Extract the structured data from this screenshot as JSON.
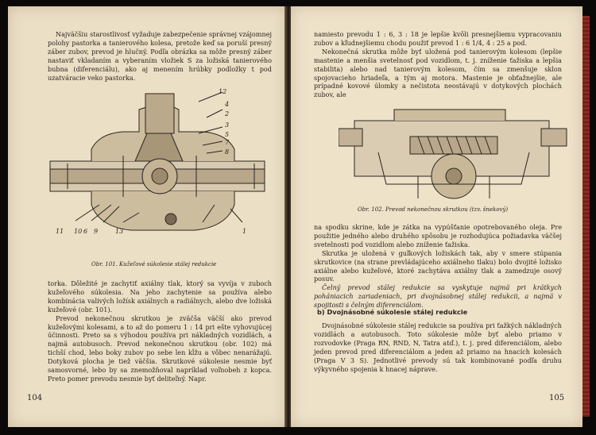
{
  "left": {
    "top_paragraph": "Najväčšiu starostlivosť vyžaduje zabezpečenie správnej vzájomnej polohy pastorka a tanierového kolesa, pretože keď sa poruší presný záber zubov, prevod je hlučný. Podľa obrázka sa môže presný záber nastaviť vkladaním a vyberaním vložiek S za ložiská tanierového bubna (diferenciálu), ako aj menením hrúbky podložky t pod uzatváracie veko pastorka.",
    "figure_labels": [
      "12",
      "4",
      "2",
      "3",
      "5",
      "7",
      "8",
      "11",
      "10",
      "6",
      "9",
      "13",
      "1"
    ],
    "caption": "Obr. 101. Kužeľové súkolesie stálej redukcie",
    "p1": "torka. Dôležité je zachytiť axiálny tlak, ktorý sa vyvíja v zuboch kužeľového súkolesia. Na jeho zachytenie sa používa alebo kombinácia valivých ložísk axiálnych a radiálnych, alebo dve ložiská kužeľové (obr. 101).",
    "p2": "Prevod nekonečnou skrutkou je zväčša väčší ako prevod kužeľovými kolesami, a to až do pomeru 1 : 14 pri ešte vyhovujúcej účinnosti. Preto sa s výhodou používa pri nákladných vozidlách, a najmä autobusoch. Prevod nekonečnou skrutkou (obr. 102) má tichší chod, lebo boky zubov po sebe len kĺžu a vôbec nenarážajú. Dotyková plocha je tiež väčšia. Skrutkové súkolesie nesmie byť samosvorné, lebo by sa znemožňoval napríklad voľnobeh z kopca. Preto pomer prevodu nesmie byť deliteľný. Napr.",
    "page_number": "104"
  },
  "right": {
    "p1": "namiesto prevodu 1 : 6, 3 : 18 je lepšie kvôli presnejšiemu vypracovaniu zubov a kľudnejšiemu chodu použiť prevod 1 : 6 1/4, 4 : 25 a pod.",
    "p2": "Nekonečná skrutka môže byť uložená pod tanierovým kolesom (lepšie mastenie a menšia svetelnosť pod vozidlom, t. j. zníženie ťažiska a lepšia stabilita) alebo nad tanierovým kolesom, čím sa zmenšuje sklon spojovacieho hriadeľa, a tým aj motora. Mastenie je obťažnejšie, ale prípadné kovové úlomky a nečistota neostávajú v dotykových plochách zubov, ale",
    "caption": "Obr. 102. Prevod nekonečnou skrutkou (tzv. šnekový)",
    "p3": "na spodku skrine, kde je zátka na vypúšťanie opotrebovaného oleja. Pre použitie jedného alebo druhého spôsobu je rozhodujúca požiadavka väčšej svetelnosti pod vozidlom alebo zníženie ťažiska.",
    "p4": "Skrutka je uložená v guľkových ložiskách tak, aby v smere stúpania skrutkovice (na strane prevládajúceho axiálneho tlaku) bolo dvojité ložisko axiálne alebo kužeľové, ktoré zachytáva axiálny tlak a zamedzuje osový posuv.",
    "p5": "Čelný prevod stálej redukcie sa vyskytuje najmä pri krátkych pohániacich zariadeniach, pri dvojnásobnej stálej redukcii, a najmä v spojitosti s čelným diferenciálom.",
    "heading": "b) Dvojnásobné súkolesie stálej redukcie",
    "p6": "Dvojnásobné súkolesie stálej redukcie sa používa pri ťažkých nákladných vozidlách a autobusoch. Toto súkolesie môže byť alebo priamo v rozvodovke (Praga RN, RND, N, Tatra atď.), t. j. pred diferenciálom, alebo jeden prevod pred diferenciálom a jeden až priamo na hnacích kolesách (Praga V 3 S). Jednotlivé prevody sú tak kombinované podľa druhu výkyvného spojenia k hnacej náprave.",
    "page_number": "105"
  }
}
